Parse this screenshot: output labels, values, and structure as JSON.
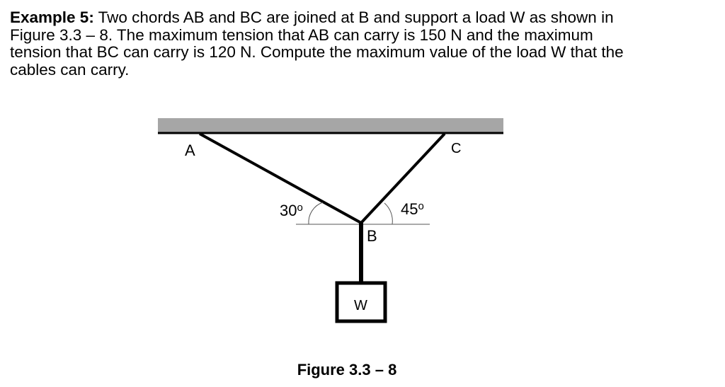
{
  "problem": {
    "heading": "Example 5:",
    "lines": [
      " Two chords AB and BC are joined at B and support a load W as shown in",
      "Figure 3.3 – 8.  The maximum tension that AB can carry is 150 N and the maximum",
      "tension that BC can carry is 120 N.  Compute the maximum value of the load W that the",
      "cables can carry."
    ]
  },
  "figure": {
    "labels": {
      "point_a": "A",
      "point_b": "B",
      "point_c": "C",
      "load": "W",
      "angle_ab": "30",
      "angle_bc": "45",
      "degree_mark": "o"
    },
    "angles_deg": {
      "ab": 30,
      "bc": 45
    },
    "ceiling_color": "#a6a6a6",
    "caption": "Figure 3.3 – 8"
  }
}
